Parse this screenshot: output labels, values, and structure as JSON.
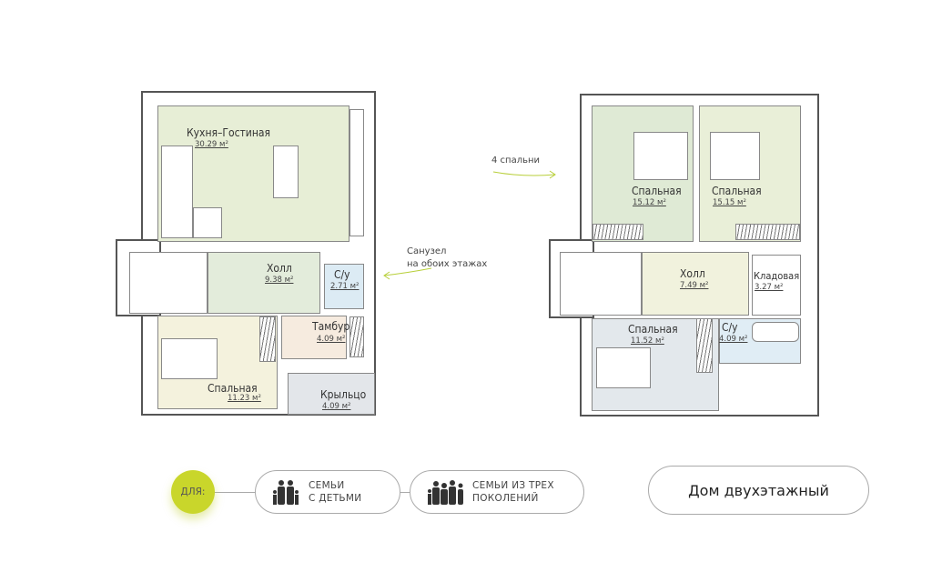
{
  "floor1": {
    "rooms": [
      {
        "name": "Кухня–Гостиная",
        "area": "30.29 м²"
      },
      {
        "name": "Холл",
        "area": "9.38 м²"
      },
      {
        "name": "С/у",
        "area": "2.71 м²"
      },
      {
        "name": "Тамбур",
        "area": "4.09 м²"
      },
      {
        "name": "Спальная",
        "area": "11.23 м²"
      },
      {
        "name": "Крыльцо",
        "area": "4.09 м²"
      }
    ]
  },
  "floor2": {
    "rooms": [
      {
        "name": "Спальная",
        "area": "15.12 м²"
      },
      {
        "name": "Спальная",
        "area": "15.15 м²"
      },
      {
        "name": "Холл",
        "area": "7.49 м²"
      },
      {
        "name": "Кладовая",
        "area": "3.27 м²"
      },
      {
        "name": "Спальная",
        "area": "11.52 м²"
      },
      {
        "name": "С/у",
        "area": "4.09 м²"
      }
    ]
  },
  "notes": {
    "bedrooms": "4 спальни",
    "bathroom_line1": "Санузел",
    "bathroom_line2": "на обоих этажах"
  },
  "footer": {
    "for_label": "ДЛЯ:",
    "tags": [
      {
        "line1": "СЕМЬИ",
        "line2": "С ДЕТЬМИ",
        "icon": "family-icon"
      },
      {
        "line1": "СЕМЬИ ИЗ ТРЕХ",
        "line2": "ПОКОЛЕНИЙ",
        "icon": "three-generations-icon"
      }
    ],
    "house_type": "Дом двухэтажный"
  },
  "colors": {
    "accent": "#c9d62b",
    "arrow": "#b8cf3a"
  }
}
